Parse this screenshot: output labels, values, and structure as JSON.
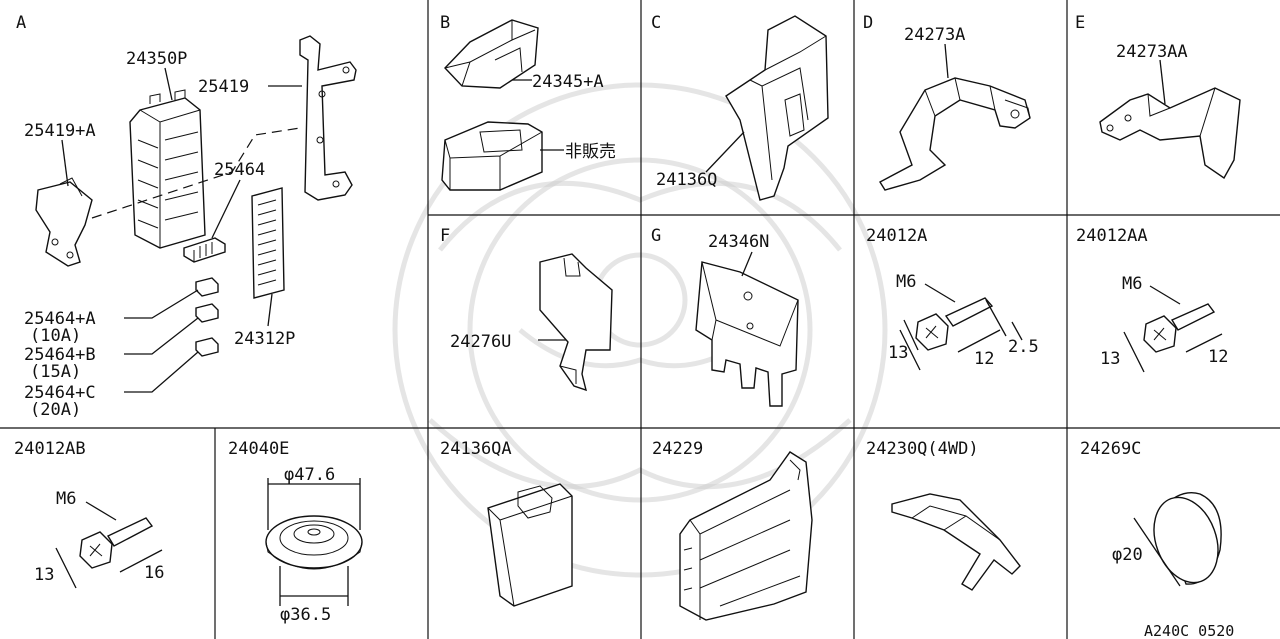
{
  "diagram": {
    "footer_code": "A240C 0520",
    "sections": {
      "A": "A",
      "B": "B",
      "C": "C",
      "D": "D",
      "E": "E",
      "F": "F",
      "G": "G"
    },
    "labels": {
      "a_24350P": "24350P",
      "a_25419": "25419",
      "a_25419A": "25419+A",
      "a_25464": "25464",
      "a_25464A": "25464+A",
      "a_10A": "(10A)",
      "a_25464B": "25464+B",
      "a_15A": "(15A)",
      "a_25464C": "25464+C",
      "a_20A": "(20A)",
      "a_24312P": "24312P",
      "b_24345A": "24345+A",
      "b_not_for_sale": "非販売",
      "c_24136Q": "24136Q",
      "d_24273A": "24273A",
      "e_24273AA": "24273AA",
      "f_24276U": "24276U",
      "g_24346N": "24346N",
      "h_24012A": "24012A",
      "h_m6": "M6",
      "h_13": "13",
      "h_12": "12",
      "h_25": "2.5",
      "i_24012AA": "24012AA",
      "i_m6": "M6",
      "i_13": "13",
      "i_12": "12",
      "j_24012AB": "24012AB",
      "j_m6": "M6",
      "j_13": "13",
      "j_16": "16",
      "k_24040E": "24040E",
      "k_d476": "φ47.6",
      "k_d365": "φ36.5",
      "l_24136QA": "24136QA",
      "m_24229": "24229",
      "n_24230Q": "24230Q(4WD)",
      "o_24269C": "24269C",
      "o_d20": "φ20"
    }
  }
}
